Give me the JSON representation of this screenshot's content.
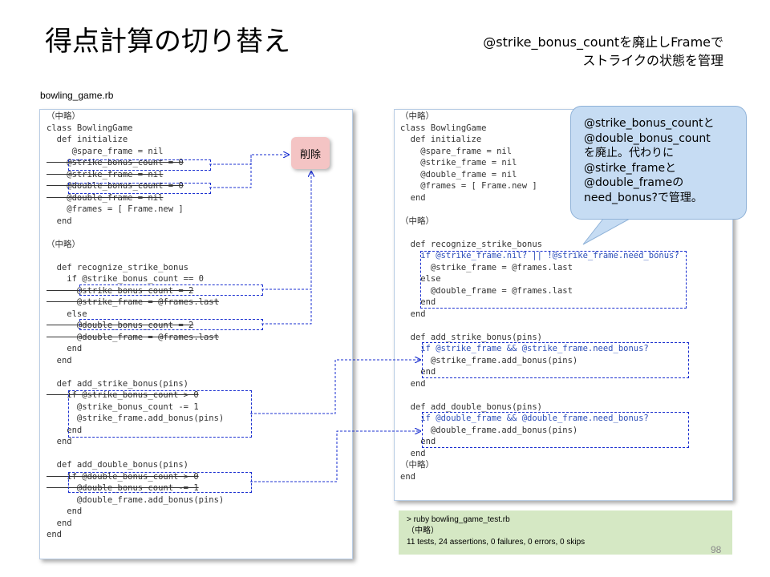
{
  "title": "得点計算の切り替え",
  "subtitle": {
    "line1": "@strike_bonus_countを廃止しFrameで",
    "line2": "ストライクの状態を管理"
  },
  "file_label": "bowling_game.rb",
  "delete_label": "削除",
  "bubble": {
    "lines": [
      "@strike_bonus_countと",
      "@double_bonus_count",
      "を廃止。代わりに",
      "@stirke_frameと",
      "@double_frameの",
      "need_bonus?で管理。"
    ]
  },
  "left_code": {
    "lines": [
      "（中略）",
      "class BowlingGame",
      "  def initialize",
      "     @spare_frame = nil",
      "    @strike_bonus_count = 0",
      "    @strike_frame = nil",
      "    @double_bonus_count = 0",
      "    @double_frame = nil",
      "    @frames = [ Frame.new ]",
      "  end",
      "",
      "（中略）",
      "",
      "  def recognize_strike_bonus",
      "    if @strike_bonus_count == 0",
      "      @strike_bonus_count = 2",
      "      @strike_frame = @frames.last",
      "    else",
      "      @double_bonus_count = 2",
      "      @double_frame = @frames.last",
      "    end",
      "  end",
      "",
      "  def add_strike_bonus(pins)",
      "    if @strike_bonus_count > 0",
      "      @strike_bonus_count -= 1",
      "      @strike_frame.add_bonus(pins)",
      "    end",
      "  end",
      "",
      "  def add_double_bonus(pins)",
      "    if @double_bonus_count > 0",
      "      @double_bonus_count -= 1",
      "      @double_frame.add_bonus(pins)",
      "    end",
      "  end",
      "end"
    ]
  },
  "right_code": {
    "lines": [
      "（中略）",
      "class BowlingGame",
      "  def initialize",
      "    @spare_frame = nil",
      "    @strike_frame = nil",
      "    @double_frame = nil",
      "    @frames = [ Frame.new ]",
      "  end",
      "",
      "（中略）",
      "",
      "  def recognize_strike_bonus",
      "    if @strike_frame.nil? || !@strike_frame.need_bonus?",
      "      @strike_frame = @frames.last",
      "    else",
      "      @double_frame = @frames.last",
      "    end",
      "  end",
      "",
      "  def add_strike_bonus(pins)",
      "    if @strike_frame && @strike_frame.need_bonus?",
      "      @strike_frame.add_bonus(pins)",
      "    end",
      "  end",
      "",
      "  def add_double_bonus(pins)",
      "    if @double_frame && @double_frame.need_bonus?",
      "      @double_frame.add_bonus(pins)",
      "    end",
      "  end",
      "（中略）",
      "end"
    ]
  },
  "test_result": {
    "command": "> ruby bowling_game_test.rb",
    "omitted": "（中略）",
    "summary": "11 tests, 24 assertions, 0 failures, 0 errors, 0 skips"
  },
  "page_number": "98",
  "colors": {
    "highlight_box": "#1a2fd0",
    "bubble_fill": "#c6dcf3",
    "delete_fill": "#f4c4c4",
    "result_fill": "#d5e8c4"
  }
}
